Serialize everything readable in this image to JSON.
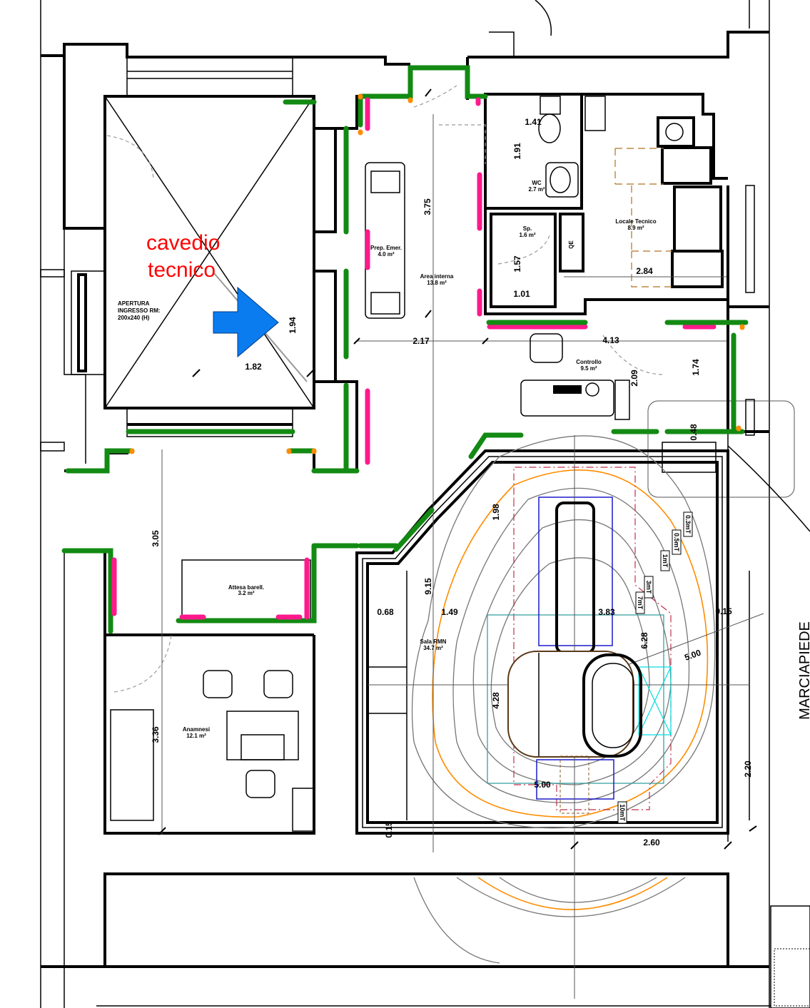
{
  "annotation": {
    "line1": "cavedio",
    "line2": "tecnico",
    "color": "#ff0000",
    "arrow_color": "#0a7cf0"
  },
  "rooms": {
    "apertura": [
      "APERTURA",
      "INGRESSO RM:",
      "200x240 (H)"
    ],
    "prep_emer": {
      "name": "Prep. Emer.",
      "area": "4.0 m²"
    },
    "area_interna": {
      "name": "Area interna",
      "area": "13.8 m²"
    },
    "wc": {
      "name": "WC",
      "area": "2.7 m²"
    },
    "sp": {
      "name": "Sp.",
      "area": "1.6 m²"
    },
    "locale_tecnico": {
      "name": "Locale Tecnico",
      "area": "8.9 m²"
    },
    "qe": "QE",
    "controllo": {
      "name": "Controllo",
      "area": "9.5 m²"
    },
    "sala_rmn": {
      "name": "Sala RMN",
      "area": "34.7 m²"
    },
    "attesa": {
      "name": "Attesa barell.",
      "area": "3.2 m²"
    },
    "anamnesi": {
      "name": "Anamnesi",
      "area": "12.1 m²"
    }
  },
  "street": "MARCIAPIEDE",
  "dimensions": {
    "d194": "1.94",
    "d182": "1.82",
    "d375": "3.75",
    "d217": "2.17",
    "d141": "1.41",
    "d191": "1.91",
    "d157": "1.57",
    "d101": "1.01",
    "d284": "2.84",
    "d413": "4.13",
    "d209": "2.09",
    "d174": "1.74",
    "d048": "0.48",
    "d198": "1.98",
    "d305": "3.05",
    "d915": "9.15",
    "d068": "0.68",
    "d149": "1.49",
    "d383": "3.83",
    "d015a": "0.15",
    "d628": "6.28",
    "d500a": "5.00",
    "d428": "4.28",
    "d500b": "5.00",
    "d336": "3.36",
    "d220": "2.20",
    "d260": "2.60",
    "d015b": "0.15"
  },
  "field_lines": [
    "0.3mT",
    "0.5mT",
    "1mT",
    "3mT",
    "7mT",
    "10mT"
  ],
  "legend_colors": {
    "green": "#138a13",
    "pink": "#ff1a8c",
    "orange": "#ff8c00"
  }
}
